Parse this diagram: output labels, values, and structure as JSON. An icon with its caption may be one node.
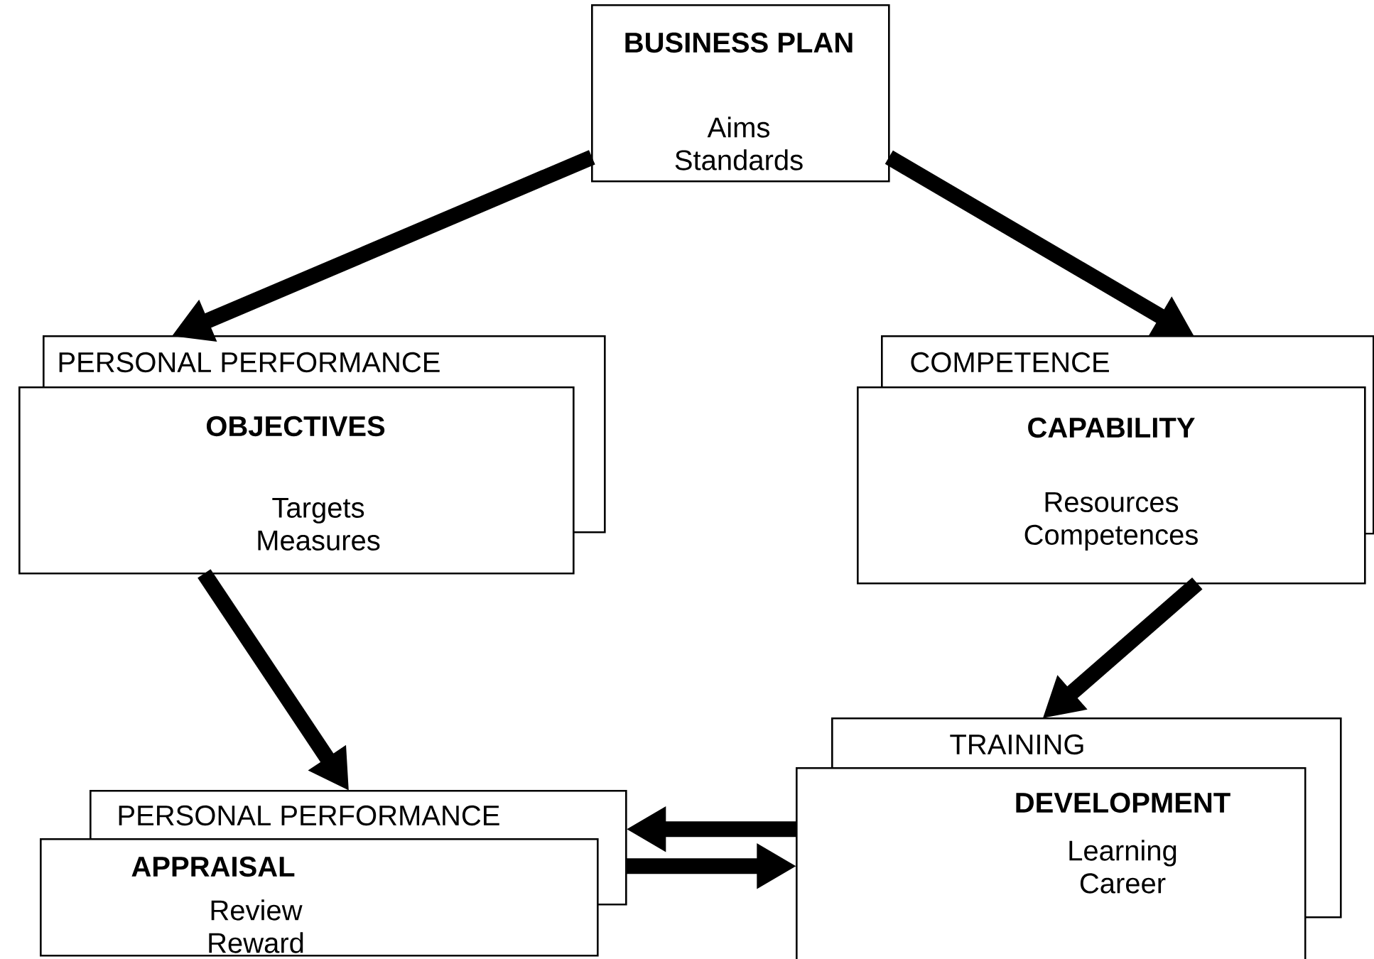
{
  "diagram": {
    "nodes": [
      {
        "text": [
          "BUSINESS PLAN",
          "Aims Standards"
        ]
      },
      {
        "text": [
          "PERSONAL PERFORMANCE",
          "OBJECTIVES",
          "Targets Measures"
        ]
      },
      {
        "text": [
          "COMPETENCE",
          "CAPABILITY",
          "Resources Competences"
        ]
      },
      {
        "text": [
          "PERSONAL PERFORMANCE",
          "APPRAISAL",
          "Review Reward"
        ]
      },
      {
        "text": [
          "TRAINING",
          "DEVELOPMENT",
          "Learning Career"
        ]
      }
    ],
    "edges": [
      {
        "from": 0,
        "to": 1,
        "arrow": "to"
      },
      {
        "from": 0,
        "to": 2,
        "arrow": "to"
      },
      {
        "from": 1,
        "to": 3,
        "arrow": "to"
      },
      {
        "from": 2,
        "to": 4,
        "arrow": "to"
      },
      {
        "from": 4,
        "to": 3,
        "arrow": "to"
      },
      {
        "from": 3,
        "to": 4,
        "arrow": "to"
      }
    ]
  }
}
